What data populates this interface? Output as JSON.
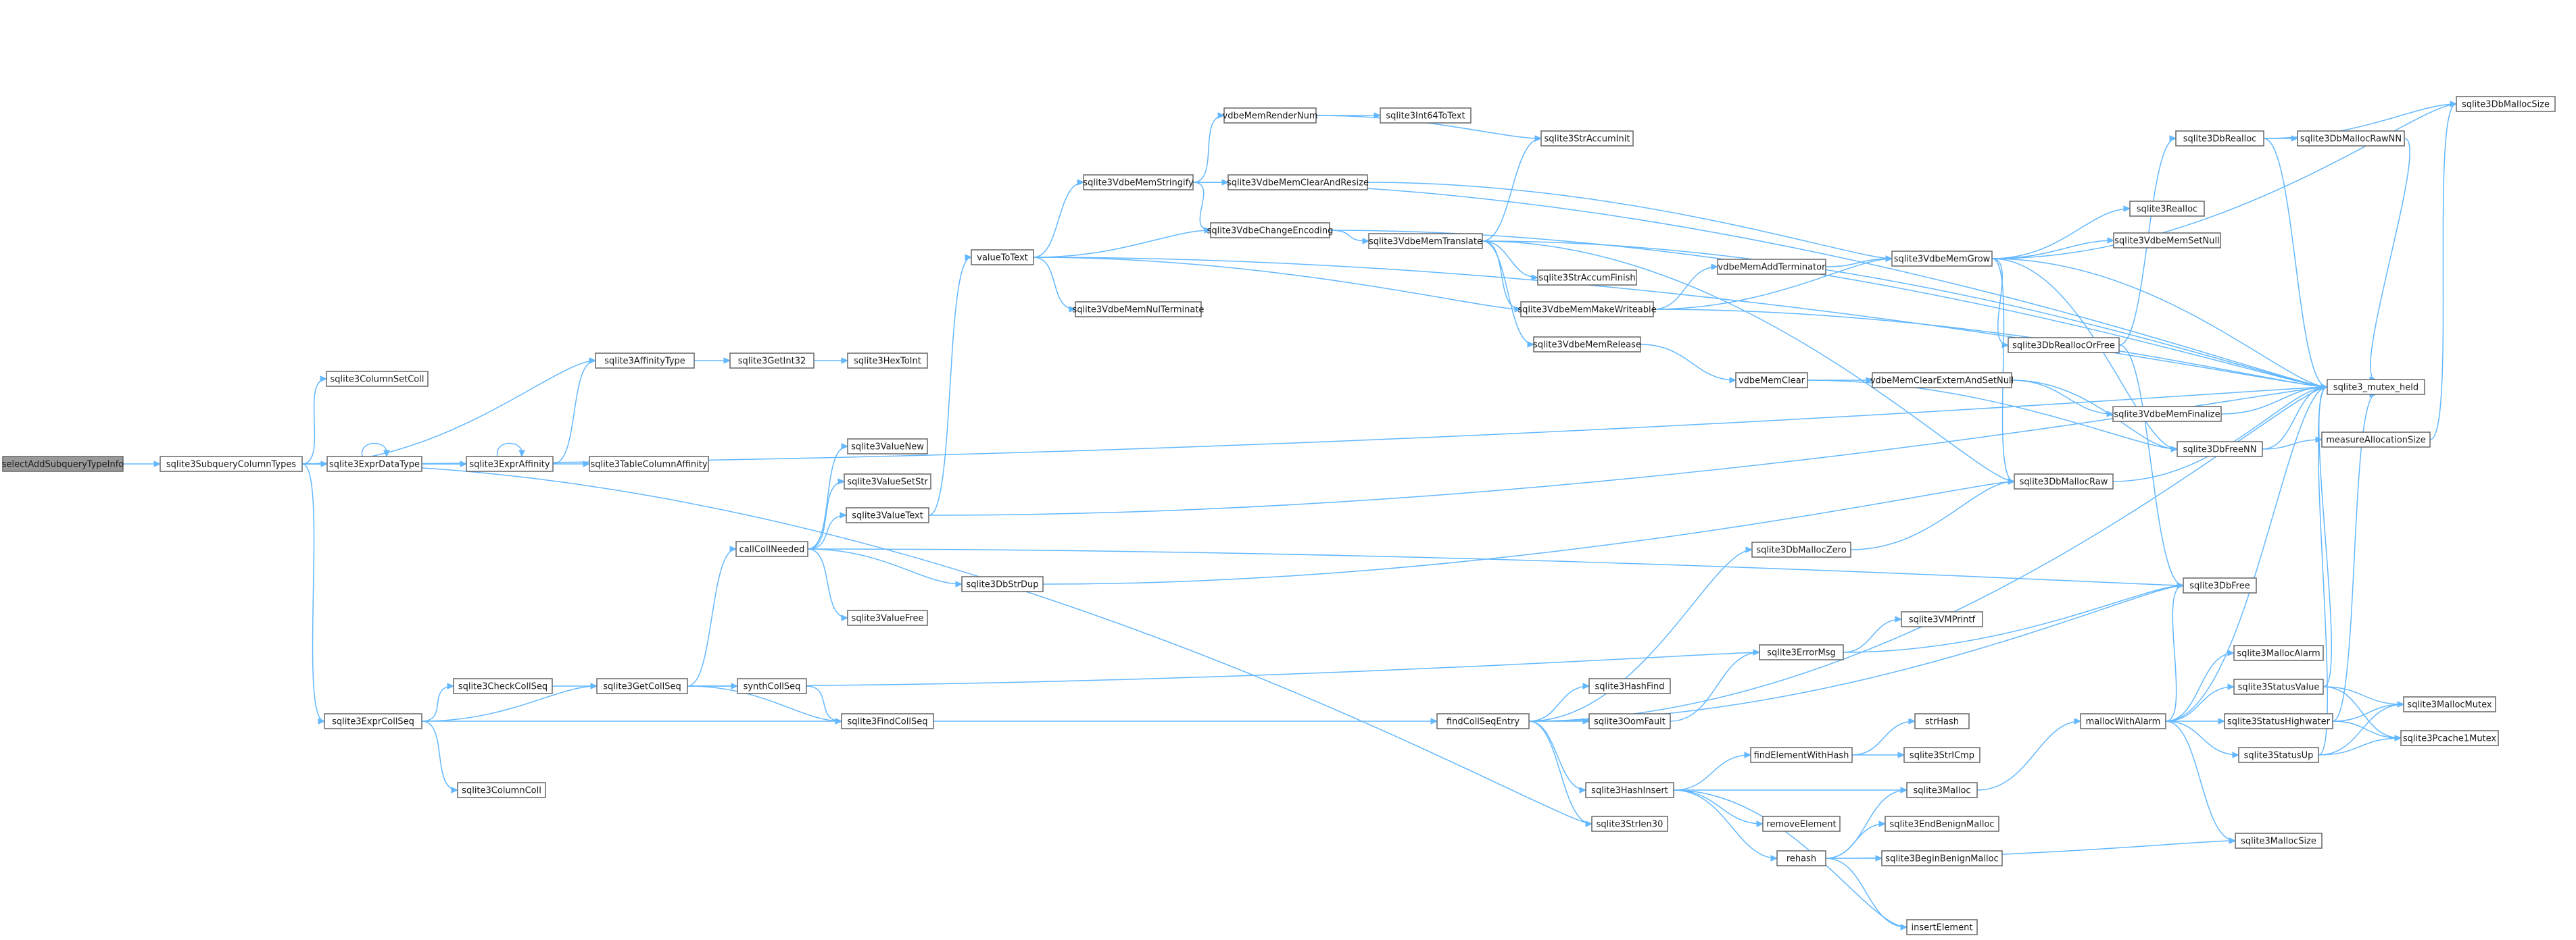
{
  "colors": {
    "edge": "#63b8ff",
    "node_border": "#666666",
    "node_fill": "#ffffff",
    "root_fill": "#999999"
  },
  "nodes": [
    {
      "id": "selectAddSubqueryTypeInfo",
      "label": "selectAddSubqueryTypeInfo",
      "root": true
    },
    {
      "id": "sqlite3SubqueryColumnTypes",
      "label": "sqlite3SubqueryColumnTypes"
    },
    {
      "id": "sqlite3AffinityType",
      "label": "sqlite3AffinityType"
    },
    {
      "id": "sqlite3ColumnSetColl",
      "label": "sqlite3ColumnSetColl"
    },
    {
      "id": "sqlite3ExprDataType",
      "label": "sqlite3ExprDataType"
    },
    {
      "id": "sqlite3ExprAffinity",
      "label": "sqlite3ExprAffinity"
    },
    {
      "id": "sqlite3TableColumnAffinity",
      "label": "sqlite3TableColumnAffinity"
    },
    {
      "id": "sqlite3GetInt32",
      "label": "sqlite3GetInt32"
    },
    {
      "id": "sqlite3HexToInt",
      "label": "sqlite3HexToInt"
    },
    {
      "id": "sqlite3ExprCollSeq",
      "label": "sqlite3ExprCollSeq"
    },
    {
      "id": "sqlite3CheckCollSeq",
      "label": "sqlite3CheckCollSeq"
    },
    {
      "id": "sqlite3ColumnColl",
      "label": "sqlite3ColumnColl"
    },
    {
      "id": "sqlite3GetCollSeq",
      "label": "sqlite3GetCollSeq"
    },
    {
      "id": "callCollNeeded",
      "label": "callCollNeeded"
    },
    {
      "id": "synthCollSeq",
      "label": "synthCollSeq"
    },
    {
      "id": "sqlite3FindCollSeq",
      "label": "sqlite3FindCollSeq"
    },
    {
      "id": "sqlite3ValueNew",
      "label": "sqlite3ValueNew"
    },
    {
      "id": "sqlite3ValueSetStr",
      "label": "sqlite3ValueSetStr"
    },
    {
      "id": "sqlite3ValueText",
      "label": "sqlite3ValueText"
    },
    {
      "id": "sqlite3DbStrDup",
      "label": "sqlite3DbStrDup"
    },
    {
      "id": "sqlite3ValueFree",
      "label": "sqlite3ValueFree"
    },
    {
      "id": "valueToText",
      "label": "valueToText"
    },
    {
      "id": "sqlite3VdbeMemNulTerminate",
      "label": "sqlite3VdbeMemNulTerminate"
    },
    {
      "id": "sqlite3VdbeMemStringify",
      "label": "sqlite3VdbeMemStringify"
    },
    {
      "id": "vdbeMemRenderNum",
      "label": "vdbeMemRenderNum"
    },
    {
      "id": "sqlite3VdbeMemClearAndResize",
      "label": "sqlite3VdbeMemClearAndResize"
    },
    {
      "id": "sqlite3VdbeChangeEncoding",
      "label": "sqlite3VdbeChangeEncoding"
    },
    {
      "id": "sqlite3Int64ToText",
      "label": "sqlite3Int64ToText"
    },
    {
      "id": "sqlite3StrAccumInit",
      "label": "sqlite3StrAccumInit"
    },
    {
      "id": "sqlite3VdbeMemTranslate",
      "label": "sqlite3VdbeMemTranslate"
    },
    {
      "id": "sqlite3StrAccumFinish",
      "label": "sqlite3StrAccumFinish"
    },
    {
      "id": "sqlite3VdbeMemMakeWriteable",
      "label": "sqlite3VdbeMemMakeWriteable"
    },
    {
      "id": "sqlite3VdbeMemRelease",
      "label": "sqlite3VdbeMemRelease"
    },
    {
      "id": "vdbeMemAddTerminator",
      "label": "vdbeMemAddTerminator"
    },
    {
      "id": "vdbeMemClear",
      "label": "vdbeMemClear"
    },
    {
      "id": "vdbeMemClearExternAndSetNull",
      "label": "vdbeMemClearExternAndSetNull"
    },
    {
      "id": "sqlite3VdbeMemFinalize",
      "label": "sqlite3VdbeMemFinalize"
    },
    {
      "id": "sqlite3VdbeMemGrow",
      "label": "sqlite3VdbeMemGrow"
    },
    {
      "id": "sqlite3Realloc",
      "label": "sqlite3Realloc"
    },
    {
      "id": "sqlite3VdbeMemSetNull",
      "label": "sqlite3VdbeMemSetNull"
    },
    {
      "id": "sqlite3DbReallocOrFree",
      "label": "sqlite3DbReallocOrFree"
    },
    {
      "id": "sqlite3DbRealloc",
      "label": "sqlite3DbRealloc"
    },
    {
      "id": "sqlite3DbMallocRawNN",
      "label": "sqlite3DbMallocRawNN"
    },
    {
      "id": "sqlite3DbMallocSize",
      "label": "sqlite3DbMallocSize"
    },
    {
      "id": "sqlite3_mutex_held",
      "label": "sqlite3_mutex_held"
    },
    {
      "id": "sqlite3DbFreeNN",
      "label": "sqlite3DbFreeNN"
    },
    {
      "id": "measureAllocationSize",
      "label": "measureAllocationSize"
    },
    {
      "id": "sqlite3DbMallocRaw",
      "label": "sqlite3DbMallocRaw"
    },
    {
      "id": "sqlite3DbMallocZero",
      "label": "sqlite3DbMallocZero"
    },
    {
      "id": "sqlite3DbFree",
      "label": "sqlite3DbFree"
    },
    {
      "id": "findCollSeqEntry",
      "label": "findCollSeqEntry"
    },
    {
      "id": "sqlite3HashFind",
      "label": "sqlite3HashFind"
    },
    {
      "id": "sqlite3OomFault",
      "label": "sqlite3OomFault"
    },
    {
      "id": "sqlite3ErrorMsg",
      "label": "sqlite3ErrorMsg"
    },
    {
      "id": "sqlite3VMPrintf",
      "label": "sqlite3VMPrintf"
    },
    {
      "id": "sqlite3HashInsert",
      "label": "sqlite3HashInsert"
    },
    {
      "id": "findElementWithHash",
      "label": "findElementWithHash"
    },
    {
      "id": "strHash",
      "label": "strHash"
    },
    {
      "id": "sqlite3StrICmp",
      "label": "sqlite3StrICmp"
    },
    {
      "id": "sqlite3Malloc",
      "label": "sqlite3Malloc"
    },
    {
      "id": "removeElement",
      "label": "removeElement"
    },
    {
      "id": "rehash",
      "label": "rehash"
    },
    {
      "id": "sqlite3EndBenignMalloc",
      "label": "sqlite3EndBenignMalloc"
    },
    {
      "id": "sqlite3BeginBenignMalloc",
      "label": "sqlite3BeginBenignMalloc"
    },
    {
      "id": "insertElement",
      "label": "insertElement"
    },
    {
      "id": "sqlite3Strlen30",
      "label": "sqlite3Strlen30"
    },
    {
      "id": "mallocWithAlarm",
      "label": "mallocWithAlarm"
    },
    {
      "id": "sqlite3MallocAlarm",
      "label": "sqlite3MallocAlarm"
    },
    {
      "id": "sqlite3StatusValue",
      "label": "sqlite3StatusValue"
    },
    {
      "id": "sqlite3StatusHighwater",
      "label": "sqlite3StatusHighwater"
    },
    {
      "id": "sqlite3StatusUp",
      "label": "sqlite3StatusUp"
    },
    {
      "id": "sqlite3MallocSize",
      "label": "sqlite3MallocSize"
    },
    {
      "id": "sqlite3MallocMutex",
      "label": "sqlite3MallocMutex"
    },
    {
      "id": "sqlite3Pcache1Mutex",
      "label": "sqlite3Pcache1Mutex"
    }
  ],
  "edges": [
    [
      "selectAddSubqueryTypeInfo",
      "sqlite3SubqueryColumnTypes"
    ],
    [
      "sqlite3SubqueryColumnTypes",
      "sqlite3AffinityType"
    ],
    [
      "sqlite3SubqueryColumnTypes",
      "sqlite3ColumnSetColl"
    ],
    [
      "sqlite3SubqueryColumnTypes",
      "sqlite3ExprDataType"
    ],
    [
      "sqlite3SubqueryColumnTypes",
      "sqlite3ExprAffinity"
    ],
    [
      "sqlite3SubqueryColumnTypes",
      "sqlite3ExprCollSeq"
    ],
    [
      "sqlite3SubqueryColumnTypes",
      "sqlite3Strlen30"
    ],
    [
      "sqlite3SubqueryColumnTypes",
      "sqlite3_mutex_held"
    ],
    [
      "sqlite3ExprDataType",
      "sqlite3ExprDataType"
    ],
    [
      "sqlite3ExprDataType",
      "sqlite3ExprAffinity"
    ],
    [
      "sqlite3ExprAffinity",
      "sqlite3ExprAffinity"
    ],
    [
      "sqlite3ExprAffinity",
      "sqlite3AffinityType"
    ],
    [
      "sqlite3ExprAffinity",
      "sqlite3TableColumnAffinity"
    ],
    [
      "sqlite3AffinityType",
      "sqlite3GetInt32"
    ],
    [
      "sqlite3GetInt32",
      "sqlite3HexToInt"
    ],
    [
      "sqlite3ExprCollSeq",
      "sqlite3CheckCollSeq"
    ],
    [
      "sqlite3ExprCollSeq",
      "sqlite3ColumnColl"
    ],
    [
      "sqlite3ExprCollSeq",
      "sqlite3GetCollSeq"
    ],
    [
      "sqlite3ExprCollSeq",
      "sqlite3FindCollSeq"
    ],
    [
      "sqlite3CheckCollSeq",
      "sqlite3GetCollSeq"
    ],
    [
      "sqlite3GetCollSeq",
      "callCollNeeded"
    ],
    [
      "sqlite3GetCollSeq",
      "synthCollSeq"
    ],
    [
      "sqlite3GetCollSeq",
      "sqlite3FindCollSeq"
    ],
    [
      "sqlite3GetCollSeq",
      "sqlite3ErrorMsg"
    ],
    [
      "synthCollSeq",
      "sqlite3FindCollSeq"
    ],
    [
      "sqlite3FindCollSeq",
      "findCollSeqEntry"
    ],
    [
      "callCollNeeded",
      "sqlite3ValueNew"
    ],
    [
      "callCollNeeded",
      "sqlite3ValueSetStr"
    ],
    [
      "callCollNeeded",
      "sqlite3ValueText"
    ],
    [
      "callCollNeeded",
      "sqlite3DbStrDup"
    ],
    [
      "callCollNeeded",
      "sqlite3ValueFree"
    ],
    [
      "callCollNeeded",
      "sqlite3DbFree"
    ],
    [
      "sqlite3ValueText",
      "valueToText"
    ],
    [
      "sqlite3ValueText",
      "sqlite3_mutex_held"
    ],
    [
      "sqlite3DbStrDup",
      "sqlite3DbMallocRaw"
    ],
    [
      "valueToText",
      "sqlite3VdbeMemNulTerminate"
    ],
    [
      "valueToText",
      "sqlite3VdbeMemStringify"
    ],
    [
      "valueToText",
      "sqlite3VdbeChangeEncoding"
    ],
    [
      "valueToText",
      "sqlite3VdbeMemMakeWriteable"
    ],
    [
      "valueToText",
      "sqlite3_mutex_held"
    ],
    [
      "sqlite3VdbeMemStringify",
      "vdbeMemRenderNum"
    ],
    [
      "sqlite3VdbeMemStringify",
      "sqlite3VdbeMemClearAndResize"
    ],
    [
      "sqlite3VdbeMemStringify",
      "sqlite3VdbeChangeEncoding"
    ],
    [
      "sqlite3VdbeMemStringify",
      "sqlite3_mutex_held"
    ],
    [
      "vdbeMemRenderNum",
      "sqlite3Int64ToText"
    ],
    [
      "vdbeMemRenderNum",
      "sqlite3StrAccumInit"
    ],
    [
      "sqlite3VdbeMemClearAndResize",
      "sqlite3VdbeMemGrow"
    ],
    [
      "sqlite3VdbeChangeEncoding",
      "sqlite3VdbeMemTranslate"
    ],
    [
      "sqlite3VdbeChangeEncoding",
      "sqlite3_mutex_held"
    ],
    [
      "sqlite3VdbeMemTranslate",
      "sqlite3StrAccumInit"
    ],
    [
      "sqlite3VdbeMemTranslate",
      "sqlite3StrAccumFinish"
    ],
    [
      "sqlite3VdbeMemTranslate",
      "sqlite3VdbeMemMakeWriteable"
    ],
    [
      "sqlite3VdbeMemTranslate",
      "sqlite3VdbeMemRelease"
    ],
    [
      "sqlite3VdbeMemTranslate",
      "sqlite3DbMallocRaw"
    ],
    [
      "sqlite3VdbeMemTranslate",
      "sqlite3_mutex_held"
    ],
    [
      "sqlite3VdbeMemMakeWriteable",
      "vdbeMemAddTerminator"
    ],
    [
      "sqlite3VdbeMemMakeWriteable",
      "sqlite3VdbeMemGrow"
    ],
    [
      "sqlite3VdbeMemMakeWriteable",
      "sqlite3_mutex_held"
    ],
    [
      "vdbeMemAddTerminator",
      "sqlite3VdbeMemGrow"
    ],
    [
      "sqlite3VdbeMemRelease",
      "vdbeMemClear"
    ],
    [
      "vdbeMemClear",
      "vdbeMemClearExternAndSetNull"
    ],
    [
      "vdbeMemClear",
      "sqlite3DbFreeNN"
    ],
    [
      "vdbeMemClearExternAndSetNull",
      "sqlite3VdbeMemFinalize"
    ],
    [
      "vdbeMemClearExternAndSetNull",
      "sqlite3DbFreeNN"
    ],
    [
      "sqlite3VdbeMemFinalize",
      "sqlite3_mutex_held"
    ],
    [
      "sqlite3VdbeMemGrow",
      "sqlite3Realloc"
    ],
    [
      "sqlite3VdbeMemGrow",
      "sqlite3VdbeMemSetNull"
    ],
    [
      "sqlite3VdbeMemGrow",
      "sqlite3DbReallocOrFree"
    ],
    [
      "sqlite3VdbeMemGrow",
      "sqlite3DbMallocSize"
    ],
    [
      "sqlite3VdbeMemGrow",
      "sqlite3DbFreeNN"
    ],
    [
      "sqlite3VdbeMemGrow",
      "sqlite3DbMallocRaw"
    ],
    [
      "sqlite3VdbeMemGrow",
      "sqlite3_mutex_held"
    ],
    [
      "sqlite3DbReallocOrFree",
      "sqlite3DbRealloc"
    ],
    [
      "sqlite3DbReallocOrFree",
      "sqlite3DbFree"
    ],
    [
      "sqlite3DbRealloc",
      "sqlite3DbMallocRawNN"
    ],
    [
      "sqlite3DbRealloc",
      "sqlite3DbMallocSize"
    ],
    [
      "sqlite3DbRealloc",
      "sqlite3_mutex_held"
    ],
    [
      "sqlite3DbMallocRawNN",
      "sqlite3_mutex_held"
    ],
    [
      "sqlite3DbFreeNN",
      "measureAllocationSize"
    ],
    [
      "sqlite3DbFreeNN",
      "sqlite3_mutex_held"
    ],
    [
      "measureAllocationSize",
      "sqlite3DbMallocSize"
    ],
    [
      "sqlite3DbMallocRaw",
      "sqlite3_mutex_held"
    ],
    [
      "sqlite3DbMallocZero",
      "sqlite3DbMallocRaw"
    ],
    [
      "findCollSeqEntry",
      "sqlite3DbMallocZero"
    ],
    [
      "findCollSeqEntry",
      "sqlite3HashFind"
    ],
    [
      "findCollSeqEntry",
      "sqlite3OomFault"
    ],
    [
      "findCollSeqEntry",
      "sqlite3HashInsert"
    ],
    [
      "findCollSeqEntry",
      "sqlite3Strlen30"
    ],
    [
      "findCollSeqEntry",
      "sqlite3DbFree"
    ],
    [
      "findCollSeqEntry",
      "sqlite3_mutex_held"
    ],
    [
      "sqlite3OomFault",
      "sqlite3ErrorMsg"
    ],
    [
      "sqlite3ErrorMsg",
      "sqlite3VMPrintf"
    ],
    [
      "sqlite3ErrorMsg",
      "sqlite3DbFree"
    ],
    [
      "sqlite3HashInsert",
      "findElementWithHash"
    ],
    [
      "sqlite3HashInsert",
      "sqlite3Malloc"
    ],
    [
      "sqlite3HashInsert",
      "removeElement"
    ],
    [
      "sqlite3HashInsert",
      "rehash"
    ],
    [
      "sqlite3HashInsert",
      "insertElement"
    ],
    [
      "findElementWithHash",
      "strHash"
    ],
    [
      "findElementWithHash",
      "sqlite3StrICmp"
    ],
    [
      "rehash",
      "sqlite3Malloc"
    ],
    [
      "rehash",
      "sqlite3EndBenignMalloc"
    ],
    [
      "rehash",
      "sqlite3BeginBenignMalloc"
    ],
    [
      "rehash",
      "insertElement"
    ],
    [
      "rehash",
      "sqlite3MallocSize"
    ],
    [
      "sqlite3Malloc",
      "mallocWithAlarm"
    ],
    [
      "mallocWithAlarm",
      "sqlite3MallocAlarm"
    ],
    [
      "mallocWithAlarm",
      "sqlite3StatusValue"
    ],
    [
      "mallocWithAlarm",
      "sqlite3StatusHighwater"
    ],
    [
      "mallocWithAlarm",
      "sqlite3StatusUp"
    ],
    [
      "mallocWithAlarm",
      "sqlite3MallocSize"
    ],
    [
      "mallocWithAlarm",
      "sqlite3_mutex_held"
    ],
    [
      "mallocWithAlarm",
      "sqlite3DbFree"
    ],
    [
      "sqlite3StatusValue",
      "sqlite3MallocMutex"
    ],
    [
      "sqlite3StatusValue",
      "sqlite3Pcache1Mutex"
    ],
    [
      "sqlite3StatusValue",
      "sqlite3_mutex_held"
    ],
    [
      "sqlite3StatusHighwater",
      "sqlite3MallocMutex"
    ],
    [
      "sqlite3StatusHighwater",
      "sqlite3Pcache1Mutex"
    ],
    [
      "sqlite3StatusHighwater",
      "sqlite3_mutex_held"
    ],
    [
      "sqlite3StatusUp",
      "sqlite3MallocMutex"
    ],
    [
      "sqlite3StatusUp",
      "sqlite3Pcache1Mutex"
    ],
    [
      "sqlite3StatusUp",
      "sqlite3_mutex_held"
    ]
  ]
}
